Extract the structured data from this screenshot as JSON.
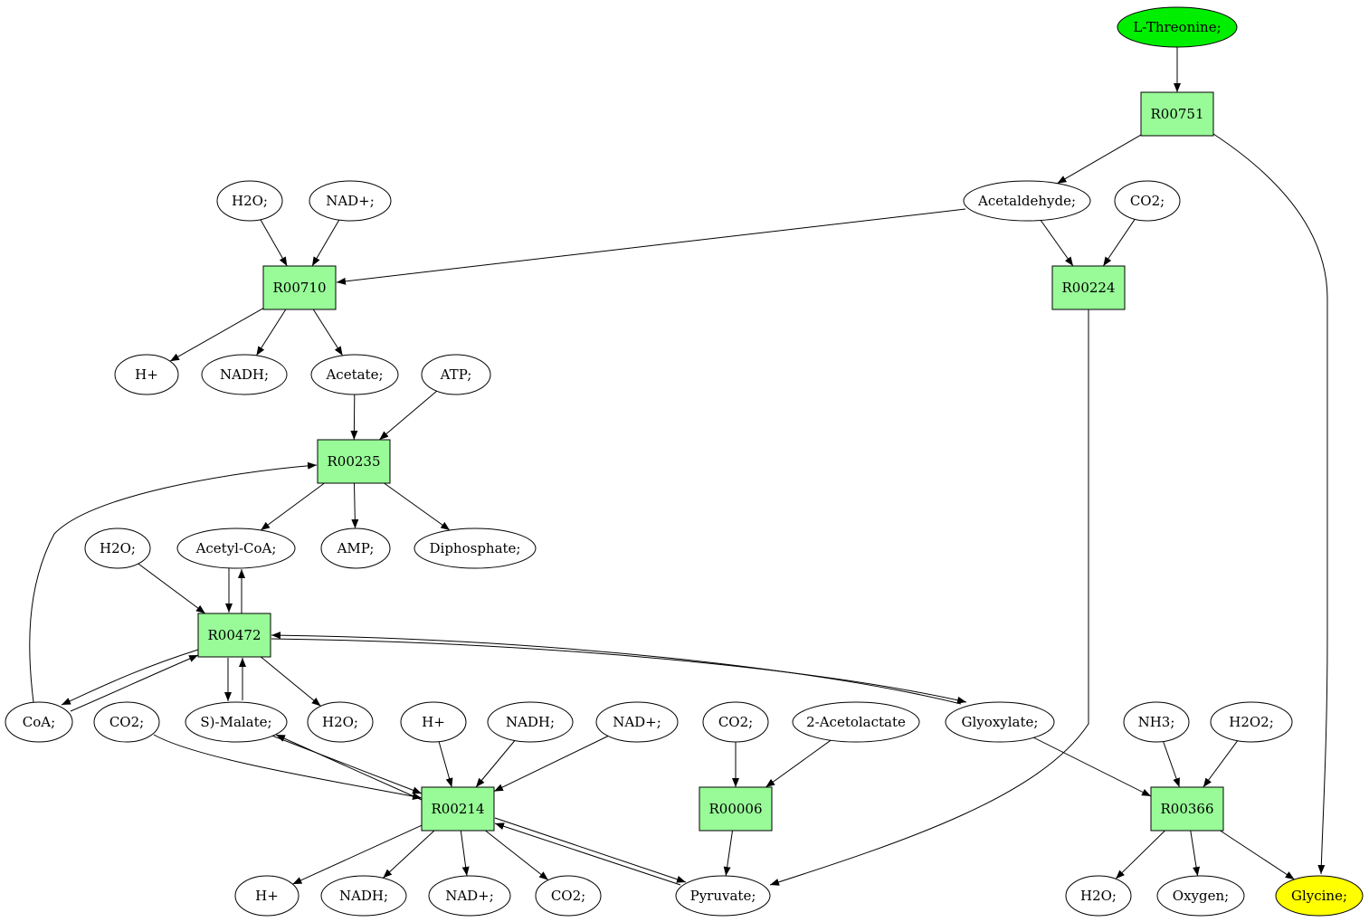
{
  "colors": {
    "reaction_fill": "#98fb98",
    "start_fill": "#00ee00",
    "end_fill": "#ffff00",
    "metabolite_fill": "#ffffff",
    "stroke": "#000000"
  },
  "nodes": {
    "threonine": {
      "label": "L-Threonine;",
      "kind": "start"
    },
    "R00751": {
      "label": "R00751",
      "kind": "reaction"
    },
    "acetaldehyde": {
      "label": "Acetaldehyde;",
      "kind": "metabolite"
    },
    "co2_top": {
      "label": "CO2;",
      "kind": "metabolite"
    },
    "h2o_top": {
      "label": "H2O;",
      "kind": "metabolite"
    },
    "nad_top": {
      "label": "NAD+;",
      "kind": "metabolite"
    },
    "R00710": {
      "label": "R00710",
      "kind": "reaction"
    },
    "R00224": {
      "label": "R00224",
      "kind": "reaction"
    },
    "hplus_1": {
      "label": "H+",
      "kind": "metabolite"
    },
    "nadh_1": {
      "label": "NADH;",
      "kind": "metabolite"
    },
    "acetate": {
      "label": "Acetate;",
      "kind": "metabolite"
    },
    "atp": {
      "label": "ATP;",
      "kind": "metabolite"
    },
    "R00235": {
      "label": "R00235",
      "kind": "reaction"
    },
    "h2o_mid": {
      "label": "H2O;",
      "kind": "metabolite"
    },
    "acetylcoa": {
      "label": "Acetyl-CoA;",
      "kind": "metabolite"
    },
    "amp": {
      "label": "AMP;",
      "kind": "metabolite"
    },
    "diphosphate": {
      "label": "Diphosphate;",
      "kind": "metabolite"
    },
    "R00472": {
      "label": "R00472",
      "kind": "reaction"
    },
    "coa": {
      "label": "CoA;",
      "kind": "metabolite"
    },
    "co2_left": {
      "label": "CO2;",
      "kind": "metabolite"
    },
    "malate": {
      "label": "S)-Malate;",
      "kind": "metabolite"
    },
    "h2o_r472": {
      "label": "H2O;",
      "kind": "metabolite"
    },
    "hplus_2": {
      "label": "H+",
      "kind": "metabolite"
    },
    "nadh_2": {
      "label": "NADH;",
      "kind": "metabolite"
    },
    "nad_2": {
      "label": "NAD+;",
      "kind": "metabolite"
    },
    "co2_mid": {
      "label": "CO2;",
      "kind": "metabolite"
    },
    "acetolactate": {
      "label": "2-Acetolactate",
      "kind": "metabolite"
    },
    "glyoxylate": {
      "label": "Glyoxylate;",
      "kind": "metabolite"
    },
    "nh3": {
      "label": "NH3;",
      "kind": "metabolite"
    },
    "h2o2": {
      "label": "H2O2;",
      "kind": "metabolite"
    },
    "R00214": {
      "label": "R00214",
      "kind": "reaction"
    },
    "R00006": {
      "label": "R00006",
      "kind": "reaction"
    },
    "R00366": {
      "label": "R00366",
      "kind": "reaction"
    },
    "hplus_3": {
      "label": "H+",
      "kind": "metabolite"
    },
    "nadh_3": {
      "label": "NADH;",
      "kind": "metabolite"
    },
    "nad_3": {
      "label": "NAD+;",
      "kind": "metabolite"
    },
    "co2_bot": {
      "label": "CO2;",
      "kind": "metabolite"
    },
    "pyruvate": {
      "label": "Pyruvate;",
      "kind": "metabolite"
    },
    "h2o_bot": {
      "label": "H2O;",
      "kind": "metabolite"
    },
    "oxygen": {
      "label": "Oxygen;",
      "kind": "metabolite"
    },
    "glycine": {
      "label": "Glycine;",
      "kind": "end"
    }
  },
  "edges": [
    [
      "threonine",
      "R00751"
    ],
    [
      "R00751",
      "acetaldehyde"
    ],
    [
      "R00751",
      "glycine"
    ],
    [
      "acetaldehyde",
      "R00710"
    ],
    [
      "acetaldehyde",
      "R00224"
    ],
    [
      "co2_top",
      "R00224"
    ],
    [
      "h2o_top",
      "R00710"
    ],
    [
      "nad_top",
      "R00710"
    ],
    [
      "R00710",
      "hplus_1"
    ],
    [
      "R00710",
      "nadh_1"
    ],
    [
      "R00710",
      "acetate"
    ],
    [
      "acetate",
      "R00235"
    ],
    [
      "atp",
      "R00235"
    ],
    [
      "coa",
      "R00235"
    ],
    [
      "R00235",
      "acetylcoa"
    ],
    [
      "R00235",
      "amp"
    ],
    [
      "R00235",
      "diphosphate"
    ],
    [
      "h2o_mid",
      "R00472"
    ],
    [
      "acetylcoa",
      "R00472"
    ],
    [
      "R00472",
      "acetylcoa"
    ],
    [
      "R00472",
      "coa"
    ],
    [
      "coa",
      "R00472"
    ],
    [
      "R00472",
      "malate"
    ],
    [
      "malate",
      "R00472"
    ],
    [
      "R00472",
      "h2o_r472"
    ],
    [
      "glyoxylate",
      "R00472"
    ],
    [
      "R00472",
      "glyoxylate"
    ],
    [
      "co2_left",
      "R00214"
    ],
    [
      "malate",
      "R00214"
    ],
    [
      "R00214",
      "malate"
    ],
    [
      "hplus_2",
      "R00214"
    ],
    [
      "nadh_2",
      "R00214"
    ],
    [
      "nad_2",
      "R00214"
    ],
    [
      "R00214",
      "hplus_3"
    ],
    [
      "R00214",
      "nadh_3"
    ],
    [
      "R00214",
      "nad_3"
    ],
    [
      "R00214",
      "co2_bot"
    ],
    [
      "R00214",
      "pyruvate"
    ],
    [
      "pyruvate",
      "R00214"
    ],
    [
      "co2_mid",
      "R00006"
    ],
    [
      "acetolactate",
      "R00006"
    ],
    [
      "R00006",
      "pyruvate"
    ],
    [
      "R00224",
      "pyruvate"
    ],
    [
      "glyoxylate",
      "R00366"
    ],
    [
      "nh3",
      "R00366"
    ],
    [
      "h2o2",
      "R00366"
    ],
    [
      "R00366",
      "h2o_bot"
    ],
    [
      "R00366",
      "oxygen"
    ],
    [
      "R00366",
      "glycine"
    ]
  ]
}
